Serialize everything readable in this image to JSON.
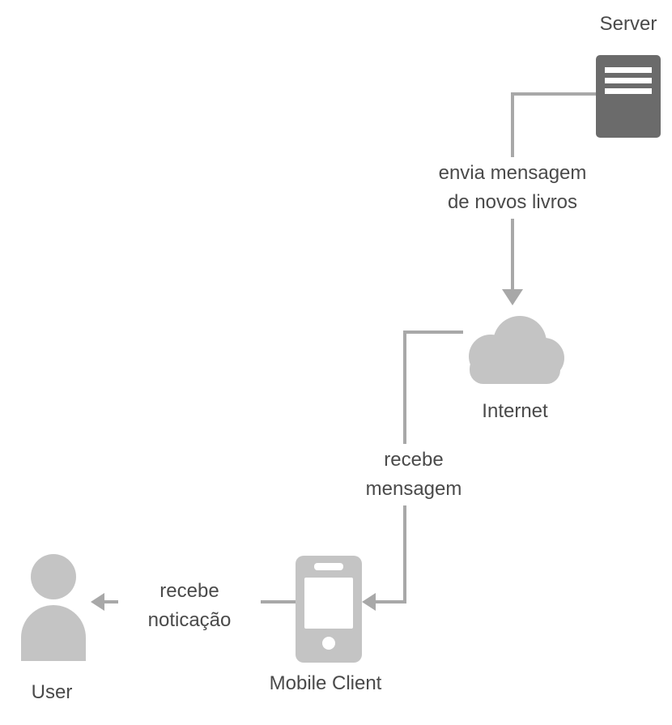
{
  "diagram": {
    "colors": {
      "icon_dark": "#6b6b6b",
      "icon_light": "#c4c4c4",
      "line": "#a8a8a8",
      "text": "#4a4a4a",
      "background": "#ffffff"
    },
    "nodes": {
      "server": {
        "label": "Server"
      },
      "internet": {
        "label": "Internet"
      },
      "mobile_client": {
        "label": "Mobile Client"
      },
      "user": {
        "label": "User"
      }
    },
    "edges": {
      "server_to_internet": {
        "lines": [
          "envia mensagem",
          "de novos livros"
        ]
      },
      "internet_to_mobile": {
        "lines": [
          "recebe",
          "mensagem"
        ]
      },
      "mobile_to_user": {
        "lines": [
          "recebe",
          "noticação"
        ]
      }
    }
  }
}
